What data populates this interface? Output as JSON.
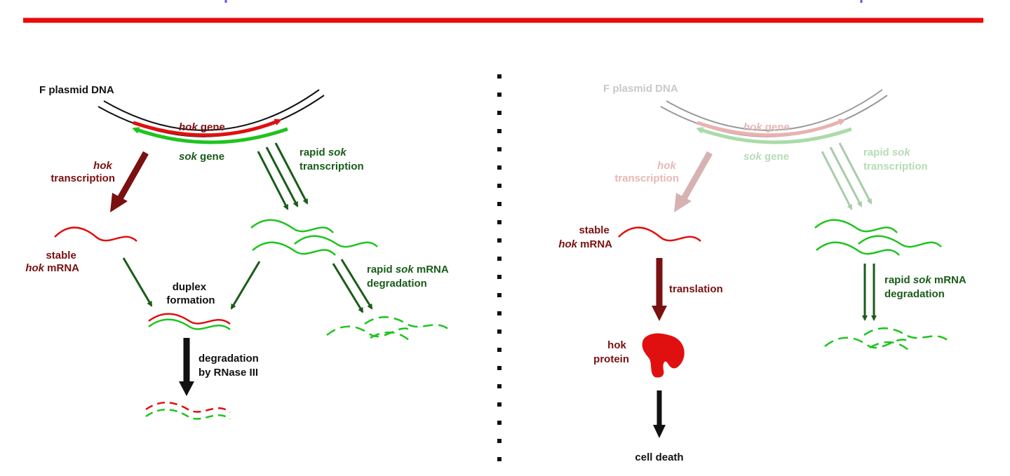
{
  "colors": {
    "rule": "#ea0a0a",
    "dark_red": "#7a1010",
    "red": "#e01010",
    "dark_green": "#1a5c1a",
    "green": "#1ec41e",
    "black": "#111111",
    "faded_black": "#9a9a9a",
    "faded_red": "#eab1b1",
    "faded_green": "#a8dca8",
    "faded_dark_red": "#d7b2b2",
    "faded_dark_green": "#a9cca9",
    "label_faded": "#c9c9c9",
    "label_faded_red": "#e6b8b8",
    "label_faded_green": "#b6dcb6"
  },
  "left_panel": {
    "plasmid_label": "F plasmid DNA",
    "hok_gene": {
      "italic": "hok",
      "rest": " gene"
    },
    "sok_gene": {
      "italic": "sok",
      "rest": " gene"
    },
    "hok_transcription": {
      "line1_italic": "hok",
      "line2": "transcription"
    },
    "sok_transcription": {
      "line1_plain": "rapid ",
      "line1_italic": "sok",
      "line2": "transcription"
    },
    "stable_hok_mrna": {
      "line1": "stable",
      "line2_italic": "hok",
      "line2_rest": " mRNA"
    },
    "duplex": {
      "line1": "duplex",
      "line2": "formation"
    },
    "sok_degradation": {
      "line1_plain": "rapid ",
      "line1_italic": "sok",
      "line1_rest": " mRNA",
      "line2": "degradation"
    },
    "rnase": {
      "line1": "degradation",
      "line2": "by RNase III"
    }
  },
  "right_panel": {
    "plasmid_label": "F plasmid DNA",
    "hok_gene": {
      "italic": "hok",
      "rest": " gene"
    },
    "sok_gene": {
      "italic": "sok",
      "rest": " gene"
    },
    "hok_transcription": {
      "line1_italic": "hok",
      "line2": "transcription"
    },
    "sok_transcription": {
      "line1_plain": "rapid ",
      "line1_italic": "sok",
      "line2": "transcription"
    },
    "stable_hok_mrna": {
      "line1": "stable",
      "line2_italic": "hok",
      "line2_rest": " mRNA"
    },
    "translation": "translation",
    "hok_protein": {
      "line1": "hok",
      "line2": "protein"
    },
    "sok_degradation": {
      "line1_plain": "rapid ",
      "line1_italic": "sok",
      "line1_rest": " mRNA",
      "line2": "degradation"
    },
    "cell_death": "cell death"
  }
}
